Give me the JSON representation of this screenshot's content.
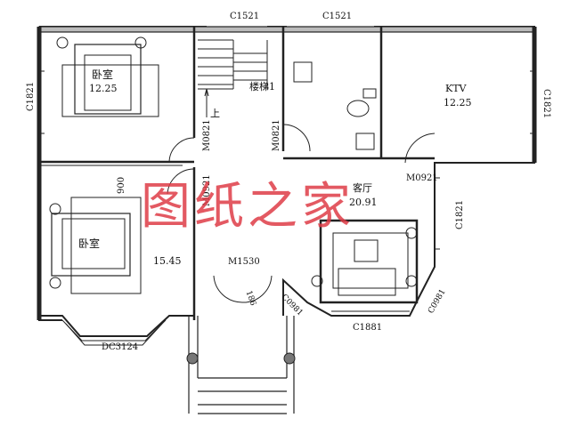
{
  "rooms": {
    "bedroom_top": {
      "name": "卧室",
      "area": "12.25"
    },
    "stair": {
      "name": "楼梯1",
      "up": "上"
    },
    "ktv": {
      "name": "KTV",
      "area": "12.25"
    },
    "living": {
      "name": "客厅",
      "area": "20.91"
    },
    "bedroom_bottom": {
      "name": "卧室",
      "area": "15.45"
    }
  },
  "openings": {
    "c1521_a": "C1521",
    "c1521_b": "C1521",
    "c1821_left": "C1821",
    "c1821_right": "C1821",
    "c1821_mid": "C1821",
    "m0821_left": "M0821",
    "m0821_right": "M0821",
    "m0921_left": "M0921",
    "m0921_right": "M0921",
    "m1530": "M1530",
    "dc3124": "DC3124",
    "c1881": "C1881",
    "c0981_left": "C0981",
    "c0981_right": "C0981",
    "dim_900": "900",
    "dim_186": "186"
  },
  "watermark": "图纸之家",
  "colors": {
    "wall": "#222222",
    "line": "#333333",
    "watermark": "#de3c46"
  }
}
